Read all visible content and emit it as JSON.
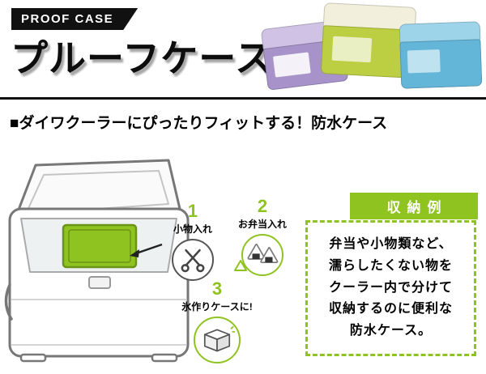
{
  "header": {
    "badge": "PROOF CASE",
    "title": "プルーフケース"
  },
  "products": [
    {
      "name": "purple-case",
      "lid_color": "#cfc2e4",
      "body_color": "#a793c9"
    },
    {
      "name": "green-case",
      "lid_color": "#f2efdc",
      "body_color": "#bccf43"
    },
    {
      "name": "blue-case",
      "lid_color": "#9ed4ea",
      "body_color": "#64b6d8"
    }
  ],
  "section": {
    "heading": "■ダイワクーラーにぴったりフィットする！防水ケース"
  },
  "callouts": [
    {
      "num": "1",
      "label": "小物入れ",
      "icon": "scissors-icon"
    },
    {
      "num": "2",
      "label": "お弁当入れ",
      "icon": "onigiri-icon"
    },
    {
      "num": "3",
      "label": "氷作りケースに!",
      "icon": "ice-case-icon"
    }
  ],
  "storage_example": {
    "label": "収納例",
    "lines": [
      "弁当や小物類など、",
      "濡らしたくない物を",
      "クーラー内で分けて",
      "収納するのに便利な",
      "防水ケース。"
    ]
  },
  "colors": {
    "accent_green": "#8fc31f",
    "header_black": "#111111",
    "case_green_fill": "#8fc31f"
  }
}
